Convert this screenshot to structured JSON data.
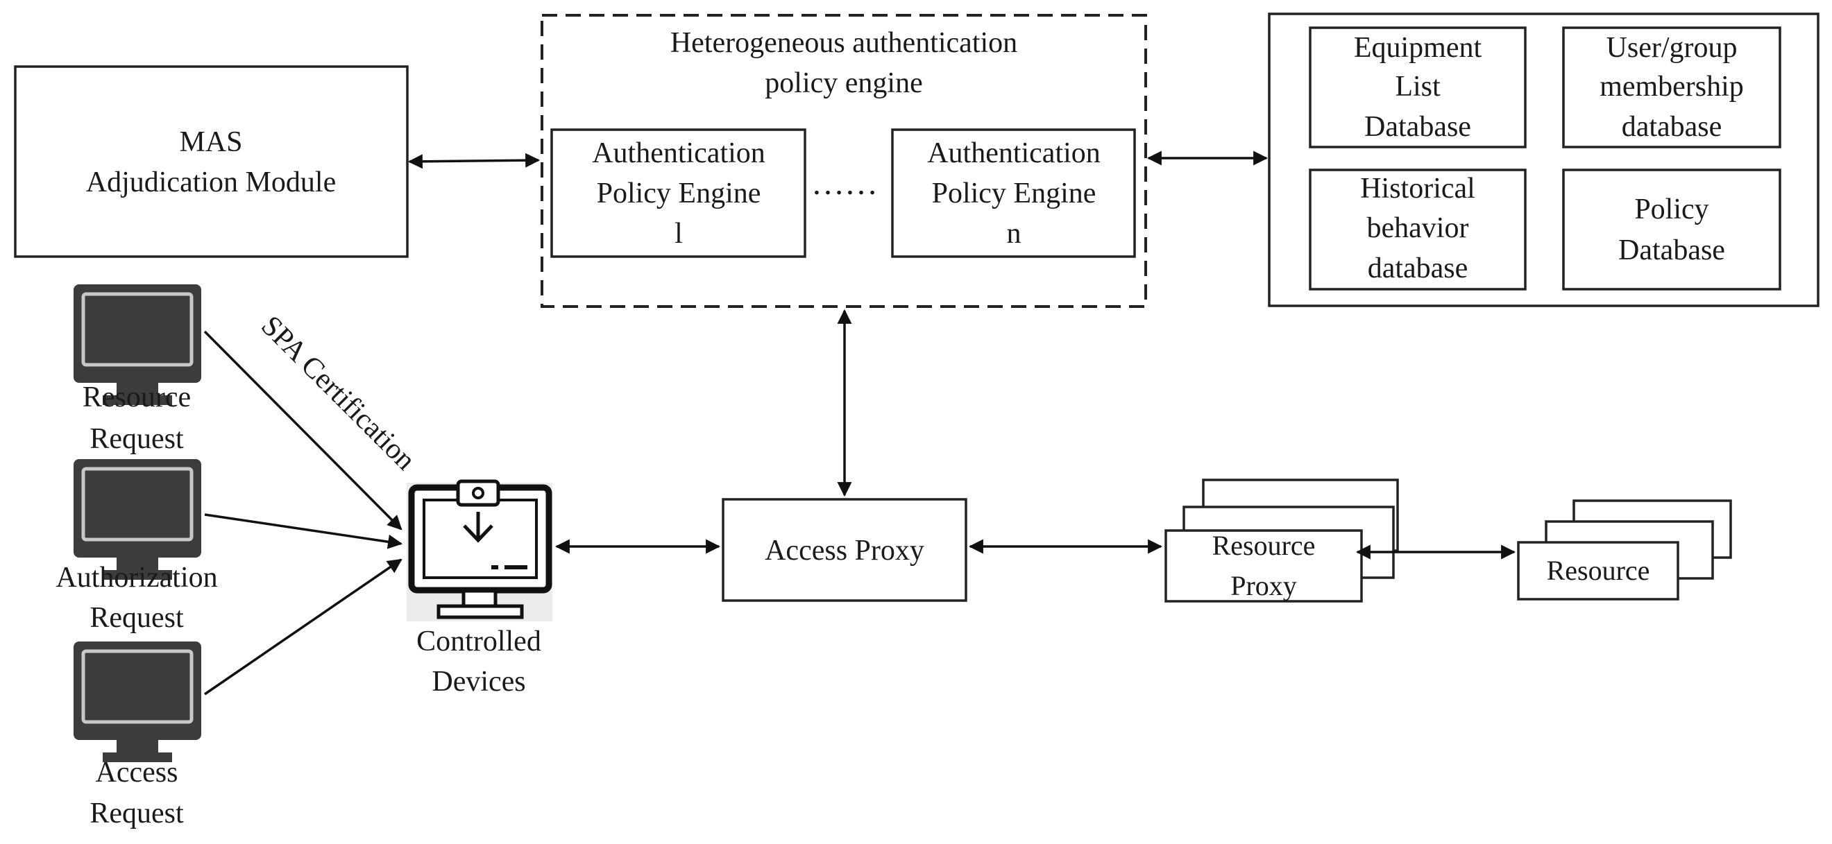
{
  "mas_module": {
    "line1": "MAS",
    "line2": "Adjudication Module"
  },
  "policy_engine_group": {
    "title_line1": "Heterogeneous authentication",
    "title_line2": "policy engine",
    "engine1": {
      "line1": "Authentication",
      "line2": "Policy Engine",
      "line3": "l"
    },
    "ellipsis": "……",
    "engine_n": {
      "line1": "Authentication",
      "line2": "Policy Engine",
      "line3": "n"
    }
  },
  "databases": {
    "equipment": [
      "Equipment",
      "List",
      "Database"
    ],
    "user_group": [
      "User/group",
      "membership",
      "database"
    ],
    "historical": [
      "Historical",
      "behavior",
      "database"
    ],
    "policy": [
      "Policy",
      "Database"
    ]
  },
  "requests": {
    "resource": [
      "Resource",
      "Request"
    ],
    "authorization": [
      "Authorization",
      "Request"
    ],
    "access": [
      "Access",
      "Request"
    ]
  },
  "spa_label": "SPA Certification",
  "controlled_devices": [
    "Controlled",
    "Devices"
  ],
  "access_proxy": "Access Proxy",
  "resource_proxy": [
    "Resource",
    "Proxy"
  ],
  "resource": "Resource",
  "icons": {
    "request_terminal": "monitor-icon",
    "controlled_device": "download-monitor-icon"
  }
}
